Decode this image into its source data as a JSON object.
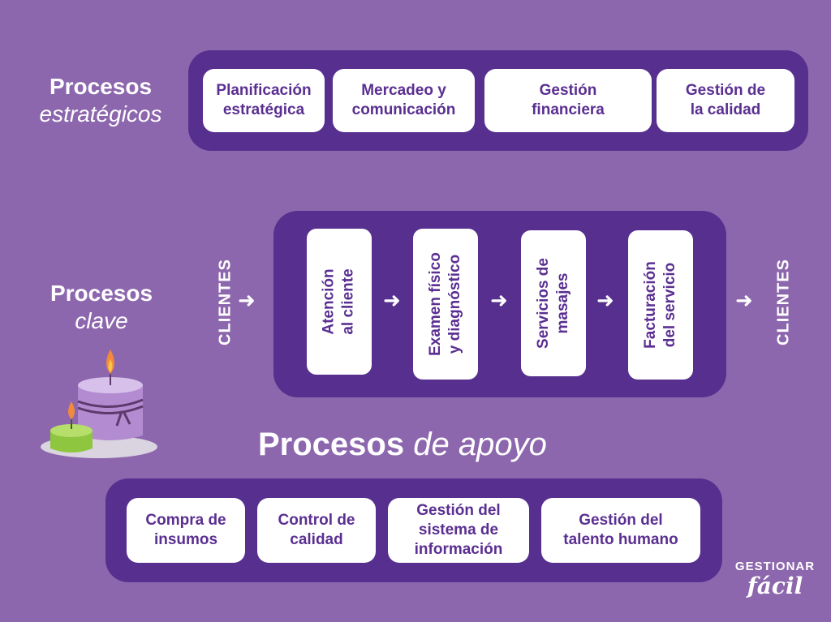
{
  "estrategicos": {
    "label_bold": "Procesos",
    "label_italic": "estratégicos",
    "items": [
      {
        "line1": "Planificación",
        "line2": "estratégica"
      },
      {
        "line1": "Mercadeo y",
        "line2": "comunicación"
      },
      {
        "line1": "Gestión",
        "line2": "financiera"
      },
      {
        "line1": "Gestión de",
        "line2": "la calidad"
      }
    ]
  },
  "clave": {
    "label_bold": "Procesos",
    "label_italic": "clave",
    "input_label": "CLIENTES",
    "output_label": "CLIENTES",
    "items": [
      {
        "line1": "Atención",
        "line2": "al cliente"
      },
      {
        "line1": "Examen físico",
        "line2": "y diagnóstico"
      },
      {
        "line1": "Servicios de",
        "line2": "masajes"
      },
      {
        "line1": "Facturación",
        "line2": "del servicio"
      }
    ]
  },
  "apoyo": {
    "label_bold": "Procesos",
    "label_italic": "de apoyo",
    "items": [
      {
        "lines": [
          "Compra de",
          "insumos"
        ]
      },
      {
        "lines": [
          "Control de",
          "calidad"
        ]
      },
      {
        "lines": [
          "Gestión del",
          "sistema de",
          "información"
        ]
      },
      {
        "lines": [
          "Gestión del",
          "talento humano"
        ]
      }
    ]
  },
  "logo": {
    "line1": "GESTIONAR",
    "line2": "fácil"
  },
  "colors": {
    "background": "#8d67ad",
    "panel": "#57308f",
    "text_accent": "#5a2f91",
    "card": "#ffffff"
  }
}
